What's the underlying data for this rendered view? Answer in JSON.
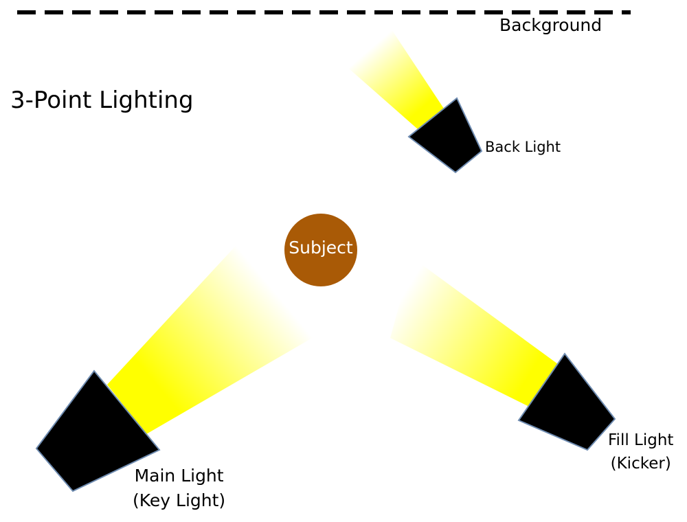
{
  "title": "3-Point Lighting",
  "background_label": "Background",
  "subject_label": "Subject",
  "lights": {
    "back": {
      "label": "Back Light"
    },
    "main": {
      "line1": "Main Light",
      "line2": "(Key Light)"
    },
    "fill": {
      "line1": "Fill Light",
      "line2": "(Kicker)"
    }
  },
  "colors": {
    "beam": "#FFFF00",
    "subject": "#A95A06",
    "light_body": "#000000",
    "outline": "#6E8BB0"
  }
}
